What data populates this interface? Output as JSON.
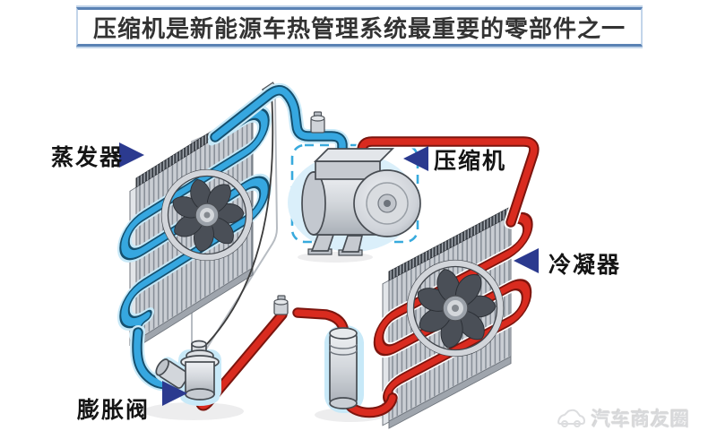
{
  "title": {
    "text": "压缩机是新能源车热管理系统最重要的零部件之一"
  },
  "labels": {
    "evaporator": "蒸发器",
    "compressor": "压缩机",
    "condenser": "冷凝器",
    "expansion_valve": "膨胀阀"
  },
  "watermark": {
    "text": "汽车商友圈"
  },
  "icons": {
    "evaporator_arrow": "triangle-right",
    "compressor_arrow": "triangle-left",
    "condenser_arrow": "triangle-left",
    "expansion_valve_arrow": "triangle-right",
    "watermark_logo": "car-logo-icon"
  },
  "colors": {
    "coldCore": "#36a7e0",
    "coldOutline": "#15506f",
    "coldGlow": "#c8e9f8",
    "glowSoft": "#daeffa",
    "hotCore": "#d92b1f",
    "hotOutline": "#7c150e",
    "hotGlow": "#ffffff",
    "arrow": "#2b3a8f",
    "titleBorder": "#5a82b4",
    "titleBorderLight": "#c3d5ea",
    "dashedBox": "#38aadd",
    "panelFill": "#c9cdd3",
    "finLine": "#868d96",
    "hatchFill": "#3f444b",
    "fanBlade": "#4a4f57",
    "fanRing": "#d2d5da",
    "metalLight": "#e3e6ea",
    "metalMid": "#c6cad0",
    "metalDark": "#aab0b8",
    "outlineDark": "#474c52",
    "boardStroke": "#b7bcc2",
    "labelText": "#141414",
    "titleText": "#333333",
    "watermarkText": "#d9dadc",
    "capillary": "#3c3c3c"
  }
}
